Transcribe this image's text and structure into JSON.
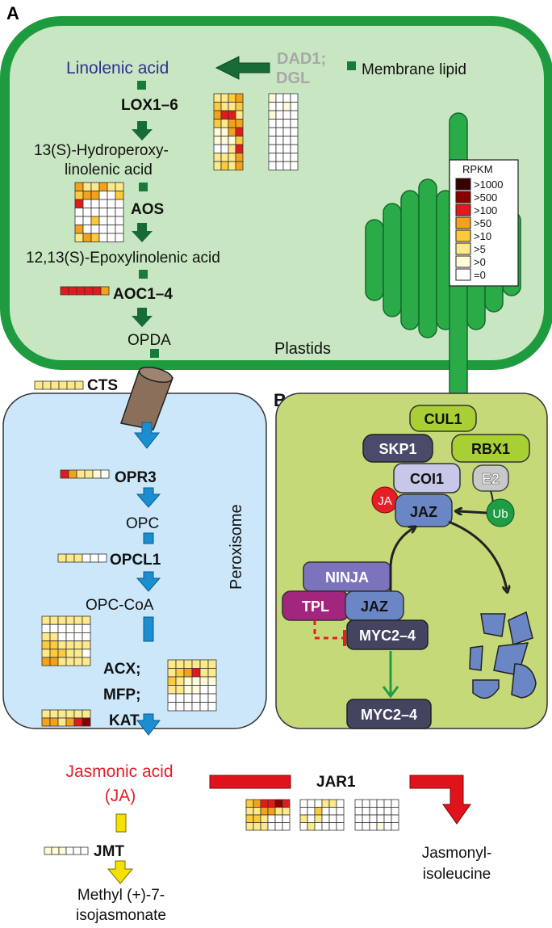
{
  "panel_a": {
    "label": "A",
    "plastid_label": "Plastids",
    "peroxisome_label": "Peroxisome",
    "linolenic": "Linolenic acid",
    "dad1": "DAD1;",
    "dgl": "DGL",
    "membrane": "Membrane lipid",
    "lox": "LOX1–6",
    "hpl1": "13(S)-Hydroperoxy-",
    "hpl2": "linolenic acid",
    "aos": "AOS",
    "epoxy": "12,13(S)-Epoxylinolenic acid",
    "aoc": "AOC1–4",
    "opda": "OPDA",
    "cts": "CTS",
    "opr3": "OPR3",
    "opc": "OPC",
    "opcl1": "OPCL1",
    "opccoa": "OPC-CoA",
    "acx": "ACX;",
    "mfp": "MFP;",
    "kat": "KAT",
    "ja1": "Jasmonic acid",
    "ja2": "(JA)",
    "jar1": "JAR1",
    "jile1": "Jasmonyl-",
    "jile2": "isoleucine",
    "jmt": "JMT",
    "meja1": "Methyl (+)-7-",
    "meja2": "isojasmonate"
  },
  "legend": {
    "title": "RPKM",
    "items": [
      ">1000",
      ">500",
      ">100",
      ">50",
      ">10",
      ">5",
      ">0",
      "=0"
    ],
    "colors": [
      "#3a0000",
      "#8b0000",
      "#e31a1c",
      "#f4a21a",
      "#fdca3c",
      "#fde98a",
      "#fffbd8",
      "#ffffff"
    ]
  },
  "heatmaps": {
    "lox_left": [
      "5543",
      "4554",
      "3225",
      "4533",
      "6632",
      "6664",
      "7752",
      "5553",
      "5453"
    ],
    "lox_right": [
      "6777",
      "7767",
      "6777",
      "7777",
      "7777",
      "7777",
      "7777",
      "7777",
      "7777"
    ],
    "aos": [
      "355355",
      "433774",
      "277777",
      "777777",
      "774777",
      "377777",
      "534777"
    ],
    "aoc": [
      "222223"
    ],
    "cts": [
      "555555"
    ],
    "opr3": [
      "235567"
    ],
    "opcl1": [
      "555777"
    ],
    "acx": [
      "555555",
      "777777",
      "557777",
      "445555",
      "544557",
      "335555"
    ],
    "mfp": [
      "555555",
      "543255",
      "456666",
      "556677",
      "777777",
      "777777"
    ],
    "kat": [
      "555555",
      "335321"
    ],
    "jar1_a": [
      "432212",
      "553355",
      "445777",
      "555777"
    ],
    "jar1_b": [
      "777557",
      "774777",
      "575777",
      "757777"
    ],
    "jar1_c": [
      "777777",
      "777777",
      "777777",
      "777677"
    ],
    "jmt": [
      "666777"
    ]
  },
  "panel_b": {
    "label": "B",
    "cul1": "CUL1",
    "skp1": "SKP1",
    "rbx1": "RBX1",
    "coi1": "COI1",
    "e2": "E2",
    "ja": "JA",
    "jaz_top": "JAZ",
    "ub": "Ub",
    "ninja": "NINJA",
    "tpl": "TPL",
    "jaz_mid": "JAZ",
    "myc_top": "MYC2–4",
    "myc_bottom": "MYC2–4"
  }
}
